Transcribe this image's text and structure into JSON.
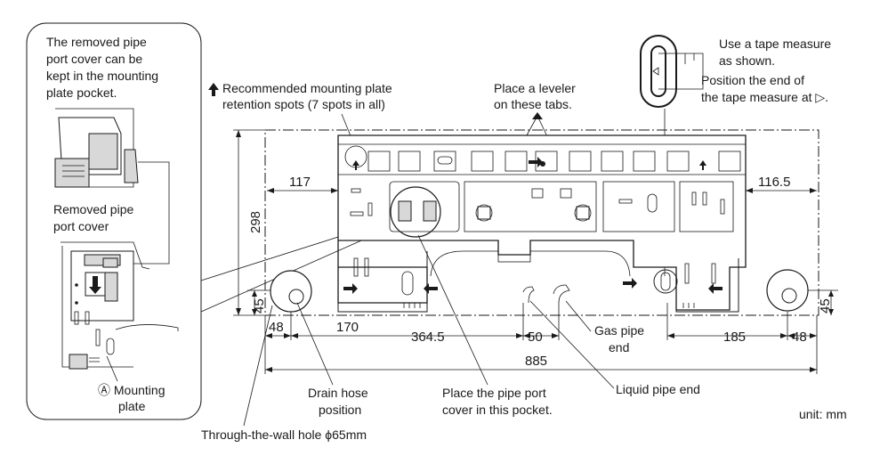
{
  "callout": {
    "line1": "The removed pipe",
    "line2": "port cover can be",
    "line3": "kept in the mounting",
    "line4": "plate pocket.",
    "removed_line1": "Removed pipe",
    "removed_line2": "port cover",
    "mounting_line1": "Ⓐ Mounting",
    "mounting_line2": "plate"
  },
  "labels": {
    "retention_line1": "Recommended mounting plate",
    "retention_line2": "retention spots (7 spots in all)",
    "leveler_line1": "Place a leveler",
    "leveler_line2": "on these tabs.",
    "tape_line1": "Use a tape measure",
    "tape_line2": "as shown.",
    "tape_line3": "Position the end of",
    "tape_line4": "the tape measure at ▷.",
    "gas_line1": "Gas pipe",
    "gas_line2": "end",
    "liquid": "Liquid pipe end",
    "drain_line1": "Drain hose",
    "drain_line2": "position",
    "pocket_line1": "Place the pipe port",
    "pocket_line2": "cover in this pocket.",
    "hole": "Through-the-wall hole ϕ65mm",
    "unit": "unit: mm"
  },
  "dimensions": {
    "left_offset": "117",
    "right_offset": "116.5",
    "height": "298",
    "hole_left_height": "45",
    "hole_right_height": "45",
    "hole_left_x": "48",
    "drain_x": "170",
    "liquid_x": "364.5",
    "gas_gap": "50",
    "right_hole_x": "185",
    "hole_right_x": "48",
    "total_width": "885"
  }
}
